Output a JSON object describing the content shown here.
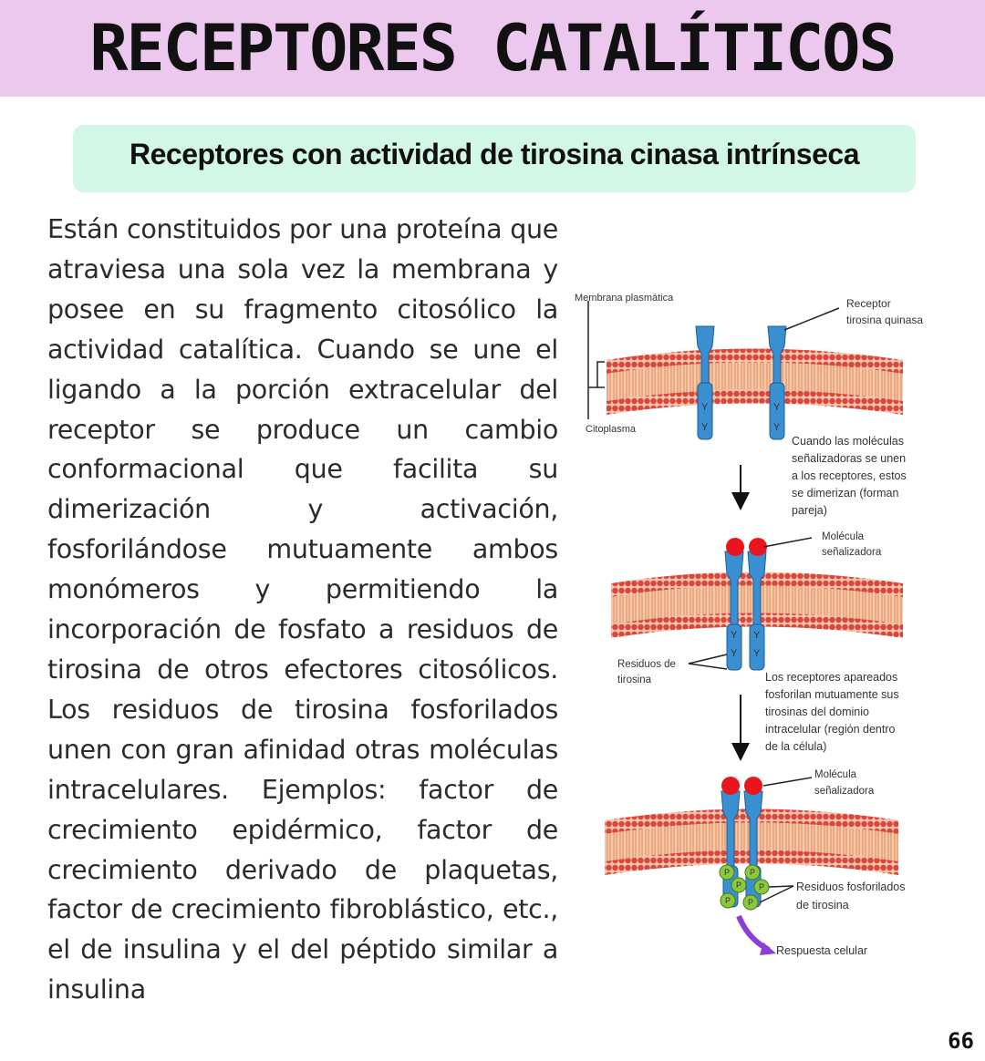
{
  "page": {
    "title": "RECEPTORES CATALÍTICOS",
    "subtitle": "Receptores con actividad de tirosina cinasa intrínseca",
    "paragraph": "Están constituidos por una proteína que atraviesa una sola vez la membrana y posee en su fragmento citosólico la actividad catalítica. Cuando se une el ligando a la porción extracelular del receptor se produce un cambio conformacional que facilita su dimerización y activación, fosforilándose mutuamente ambos monómeros y permitiendo la incorporación de fosfato a residuos de tirosina de otros efectores citosólicos. Los residuos de tirosina fosforilados unen con gran afinidad otras moléculas intracelulares. Ejemplos: factor de crecimiento epidérmico, factor de crecimiento derivado de plaquetas, factor de crecimiento fibroblástico, etc., el de insulina y el del péptido similar a insulina",
    "page_number": "66"
  },
  "figure": {
    "membrana": "Membrana plasmática",
    "citoplasma": "Citoplasma",
    "receptor_l1": "Receptor",
    "receptor_l2": "tirosina quinasa",
    "step1_lines": [
      "Cuando las moléculas",
      "señalizadoras se unen",
      "a los receptores, estos",
      "se dimerizan (forman",
      "pareja)"
    ],
    "molecula_l1": "Molécula",
    "molecula_l2": "señalizadora",
    "residuos_l1": "Residuos de",
    "residuos_l2": "tirosina",
    "step2_lines": [
      "Los receptores apareados",
      "fosforilan mutuamente sus",
      "tirosinas del dominio",
      "intracelular (región dentro",
      "de la célula)"
    ],
    "molecula2_l1": "Molécula",
    "molecula2_l2": "señalizadora",
    "fosforilados_l1": "Residuos fosforilados",
    "fosforilados_l2": "de tirosina",
    "respuesta": "Respuesta celular",
    "y_letter": "Y",
    "p_letter": "P",
    "colors": {
      "membrane_red": "#d9463a",
      "membrane_tail": "#f2b79a",
      "receptor_blue": "#3a8fd0",
      "ligand_red": "#e8161c",
      "phosphate_green": "#8ac83d",
      "response_purple": "#8a3fd6"
    }
  }
}
